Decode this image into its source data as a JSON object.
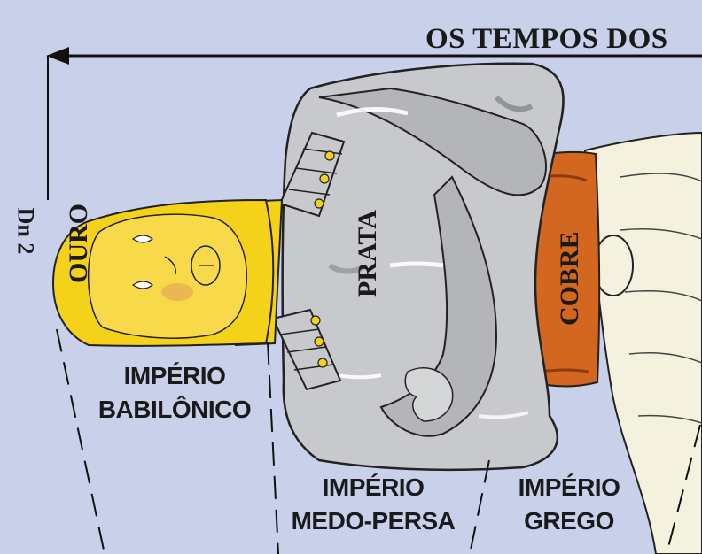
{
  "header": {
    "title": "OS TEMPOS DOS"
  },
  "side_label": "Dn 2",
  "metals": {
    "gold": "OURO",
    "silver": "PRATA",
    "copper": "COBRE"
  },
  "empires": {
    "babylonian": [
      "IMPÉRIO",
      "BABILÔNICO"
    ],
    "medo_persian": [
      "IMPÉRIO",
      "MEDO-PERSA"
    ],
    "greek": [
      "IMPÉRIO",
      "GREGO"
    ]
  },
  "colors": {
    "background": "#c9d0ea",
    "gold": "#f5d21a",
    "silver": "#c8c9cc",
    "copper": "#d4671f",
    "cloth": "#f4f1de"
  }
}
